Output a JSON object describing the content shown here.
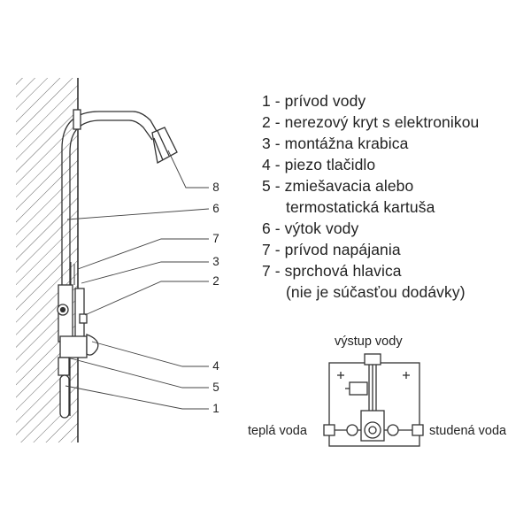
{
  "legend": [
    {
      "text": "1 - prívod vody"
    },
    {
      "text": "2 - nerezový kryt s elektronikou"
    },
    {
      "text": "3 - montážna krabica"
    },
    {
      "text": "4 - piezo tlačidlo"
    },
    {
      "text": "5 - zmiešavacia alebo"
    },
    {
      "text": "termostatická kartuša",
      "continuation": true
    },
    {
      "text": "6 - výtok vody"
    },
    {
      "text": "7 - prívod napájania"
    },
    {
      "text": "7 - sprchová hlavica"
    },
    {
      "text": "(nie je súčasťou dodávky)",
      "continuation": true
    }
  ],
  "callouts": [
    "8",
    "6",
    "7",
    "3",
    "2",
    "4",
    "5",
    "1"
  ],
  "box": {
    "top_label": "výstup vody",
    "left_label": "teplá voda",
    "right_label": "studená voda"
  },
  "colors": {
    "line": "#333333",
    "text": "#222222",
    "background": "#ffffff"
  }
}
